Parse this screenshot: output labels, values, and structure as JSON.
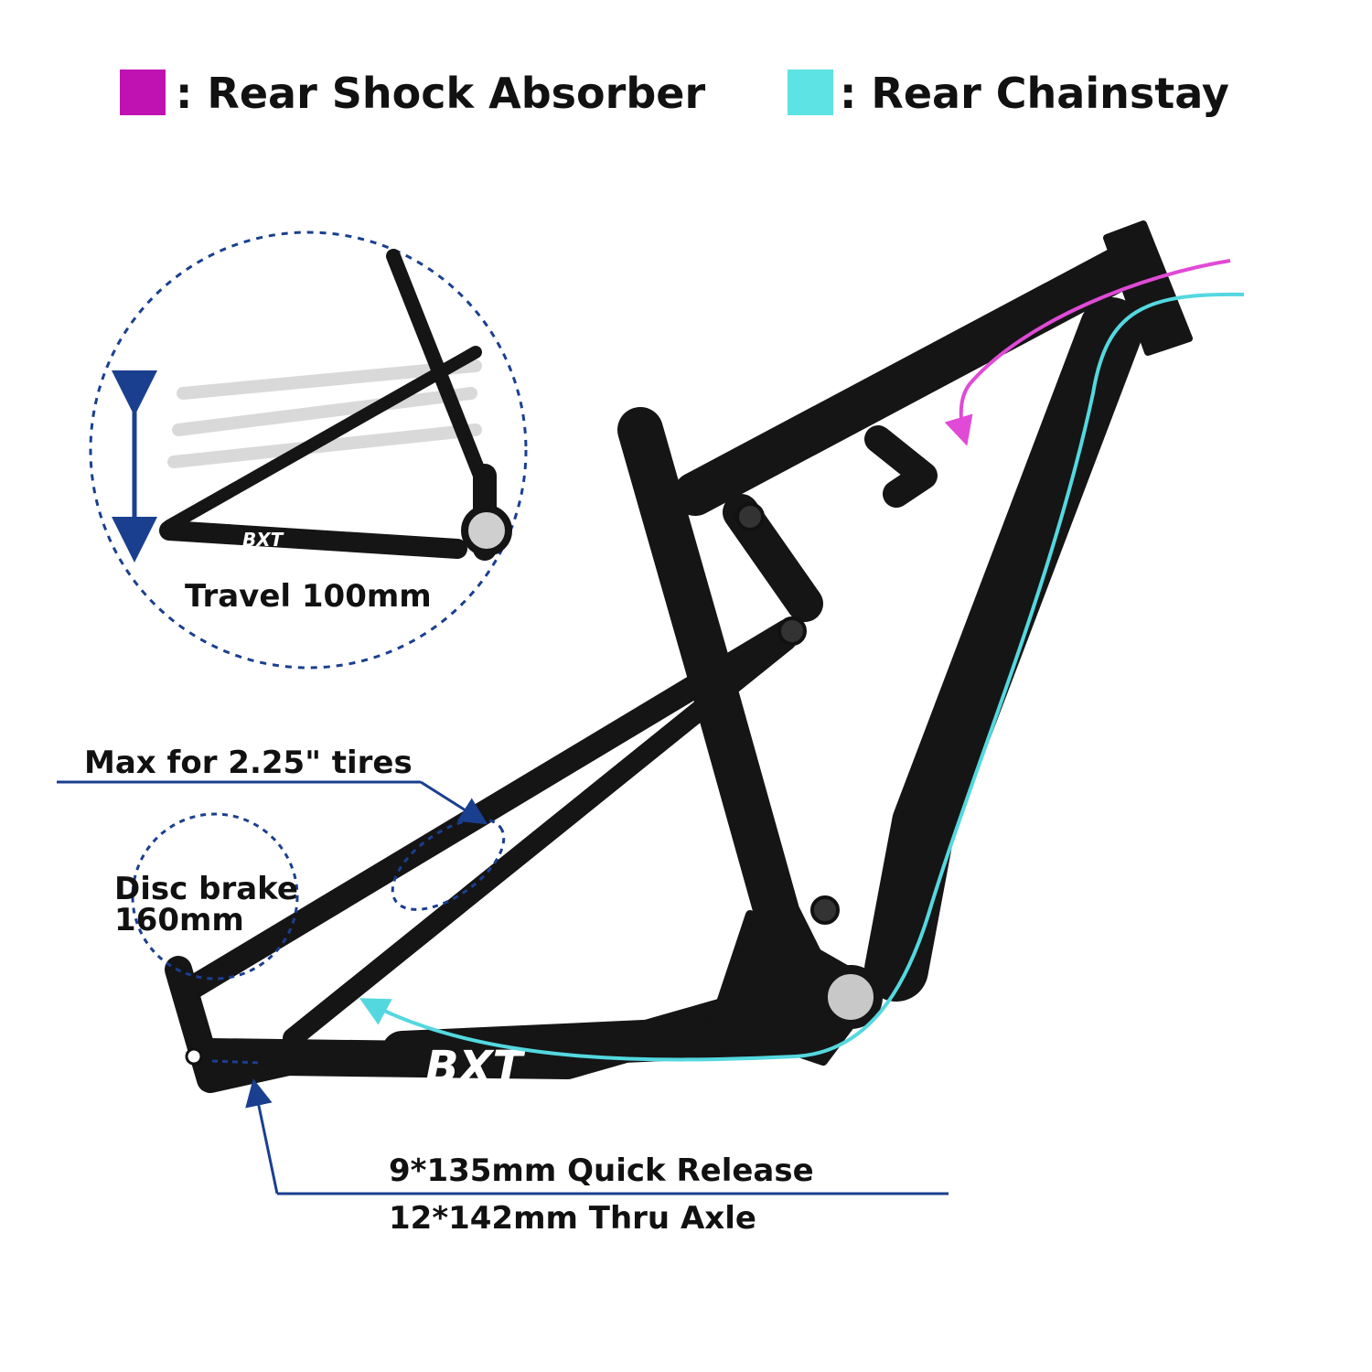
{
  "legend": [
    {
      "label": ": Rear Shock Absorber",
      "color": "#c012b3"
    },
    {
      "label": ": Rear Chainstay",
      "color": "#5de3e3"
    }
  ],
  "callouts": {
    "travel": "Travel 100mm",
    "tire_clearance": "Max for 2.25\" tires",
    "disc_brake_line1": "Disc brake",
    "disc_brake_line2": "160mm",
    "axle_line1": "9*135mm Quick Release",
    "axle_line2": "12*142mm Thru Axle"
  },
  "brand": {
    "frame_logo": "BXT",
    "inset_logo": "BXT"
  },
  "colors": {
    "frame": "#151515",
    "callout_line": "#1a3f8f",
    "shock_arrow": "#e04ad6",
    "chainstay_arrow": "#54d8e0"
  }
}
